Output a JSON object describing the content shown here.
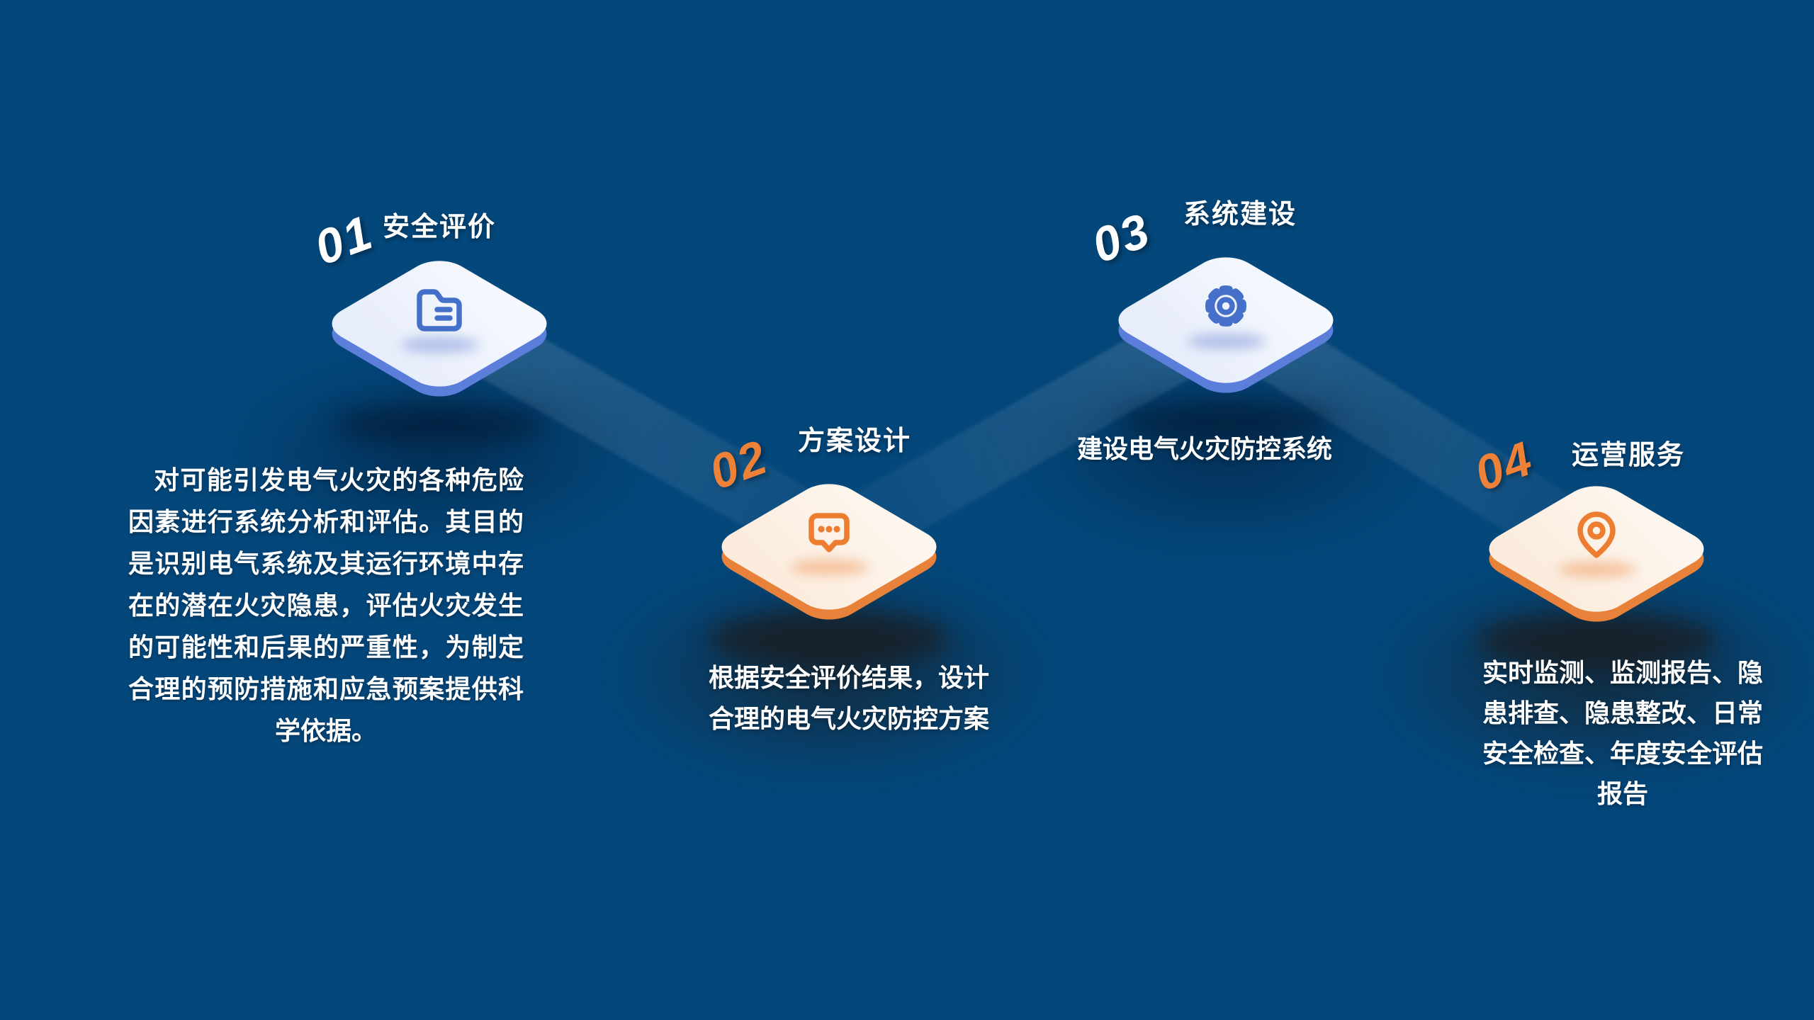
{
  "colors": {
    "background": "#04477b",
    "ribbon_highlight": "rgba(255,255,255,0.14)",
    "blue_icon": "#4470ca",
    "blue_edge": "#5b7edb",
    "diamond_blue_fill": "#eef2fb",
    "orange_accent": "#ed7d31",
    "orange_edge": "#e8823a",
    "number_orange": "#ee8138",
    "diamond_cream_fill": "#fdf4ea",
    "text": "#ffffff"
  },
  "steps": [
    {
      "number": "01",
      "title": "安全评价",
      "icon": "folder-icon",
      "theme": "blue",
      "description": "对可能引发电气火灾的各种危险因素进行系统分析和评估。其目的是识别电气系统及其运行环境中存在的潜在火灾隐患，评估火灾发生的可能性和后果的严重性，为制定合理的预防措施和应急预案提供科学依据。"
    },
    {
      "number": "02",
      "title": "方案设计",
      "icon": "chat-bubble-icon",
      "theme": "orange",
      "description": "根据安全评价结果，设计合理的电气火灾防控方案"
    },
    {
      "number": "03",
      "title": "系统建设",
      "icon": "gear-icon",
      "theme": "blue",
      "description": "建设电气火灾防控系统"
    },
    {
      "number": "04",
      "title": "运营服务",
      "icon": "location-pin-icon",
      "theme": "orange",
      "description": "实时监测、监测报告、隐患排查、隐患整改、日常安全检查、年度安全评估报告"
    }
  ]
}
